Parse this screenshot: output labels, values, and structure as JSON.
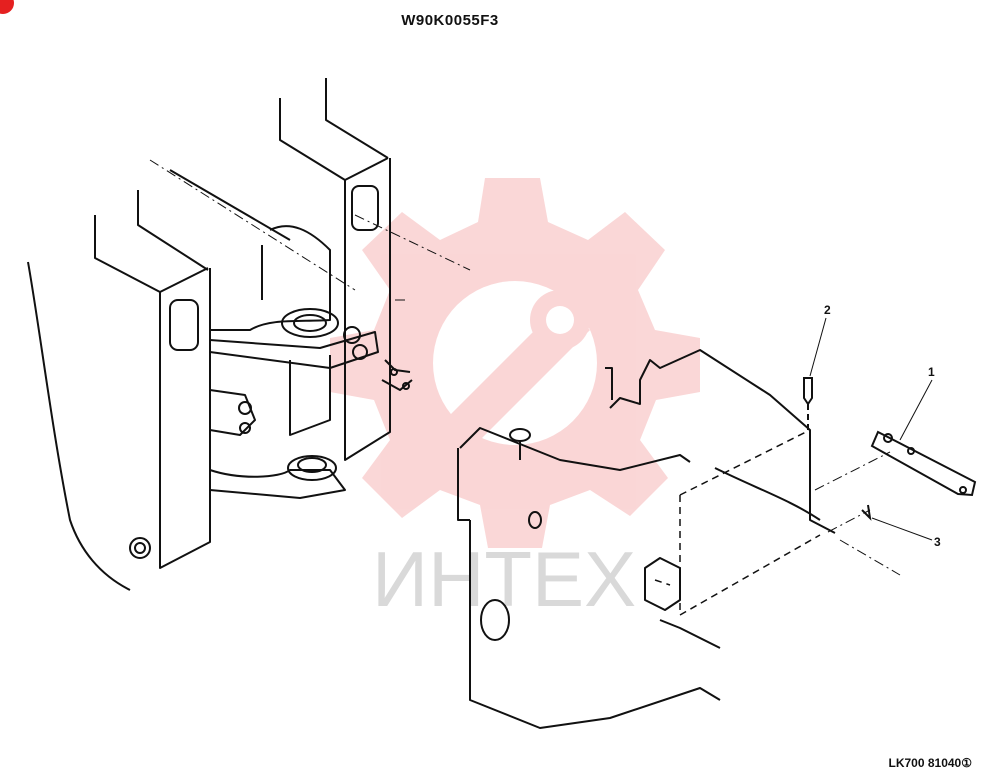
{
  "drawing": {
    "title": "W90K0055F3",
    "figure_code": "LK700 81040",
    "figure_code_suffix": "①",
    "callouts": [
      {
        "id": "1",
        "label": "1"
      },
      {
        "id": "2",
        "label": "2"
      },
      {
        "id": "3",
        "label": "3"
      }
    ]
  },
  "watermark": {
    "text": "ИНТЕХ",
    "color": "#f4a6a6"
  },
  "colors": {
    "line": "#111111",
    "corner_mark": "#e52020",
    "watermark_text": "#d9d9d9"
  }
}
